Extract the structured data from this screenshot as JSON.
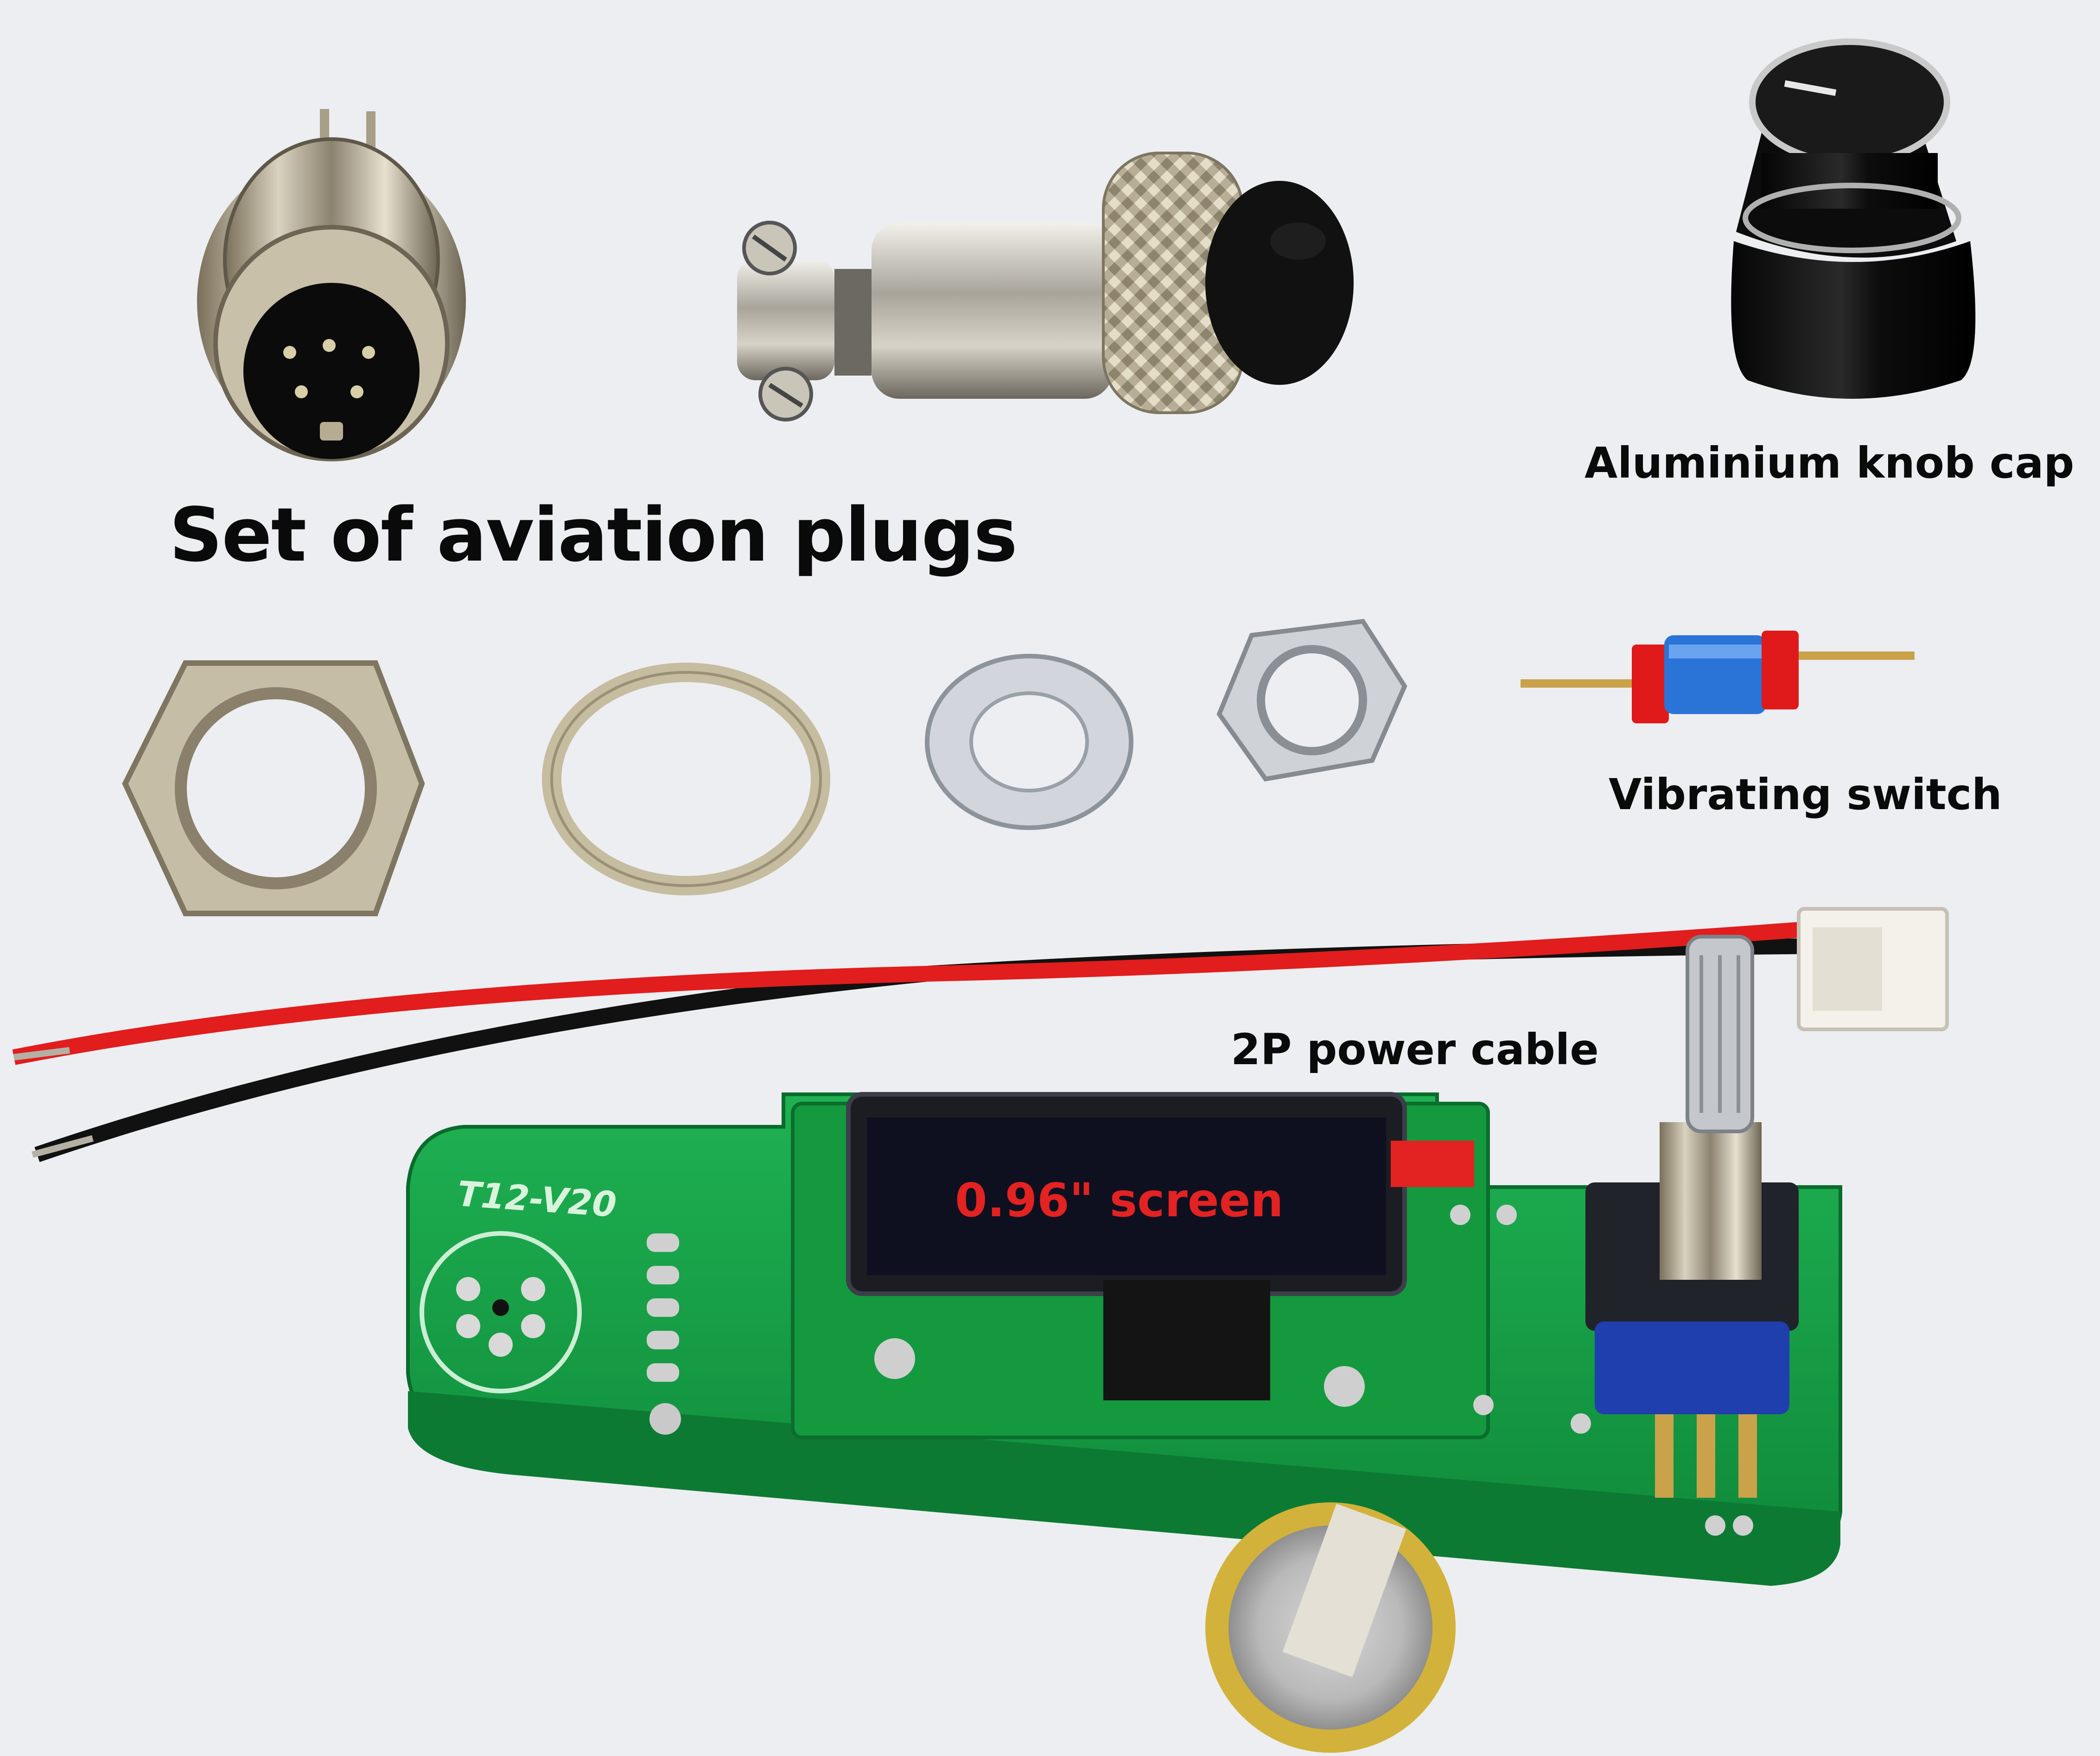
{
  "labels": {
    "aviation_plugs": "Set of aviation plugs",
    "knob_cap": "Aluminium knob cap",
    "vibrating_switch": "Vibrating switch",
    "power_cable": "2P power cable",
    "screen": "0.96\" screen"
  },
  "pcb_silkscreen": "T12-V20",
  "colors": {
    "background": "#eceef1",
    "pcb_green": "#17a34a",
    "screen_label": "#e32222",
    "label_text": "#0a0a0a"
  }
}
